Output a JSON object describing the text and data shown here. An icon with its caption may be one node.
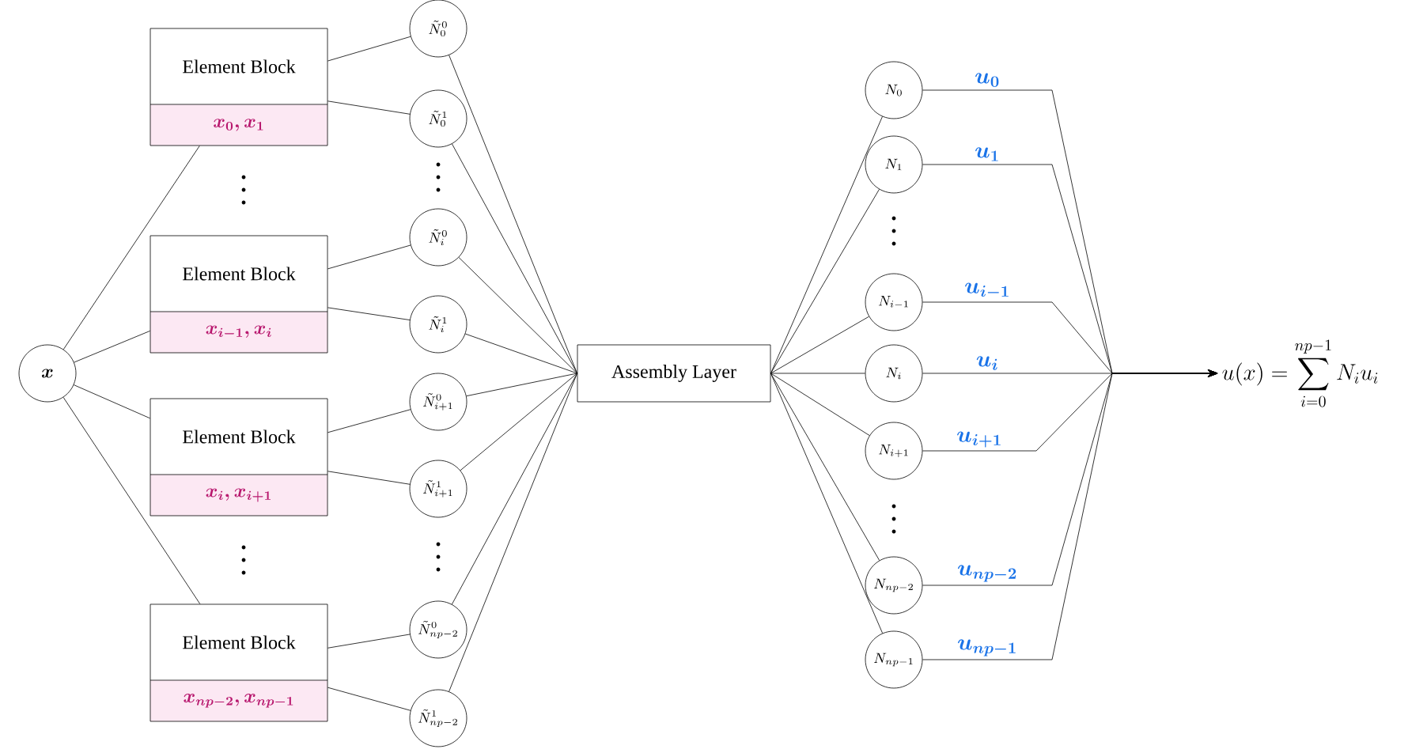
{
  "diagram": {
    "nodes": [
      {
        "text": [
          "x"
        ]
      },
      {
        "text": [
          "Element Block",
          "x_0, x_1"
        ]
      },
      {
        "text": [
          "Element Block",
          "x_{i-1}, x_i"
        ]
      },
      {
        "text": [
          "Element Block",
          "x_i, x_{i+1}"
        ]
      },
      {
        "text": [
          "Element Block",
          "x_{np-2}, x_{np-1}"
        ]
      },
      {
        "text": [
          "\\tilde{N}_0^0"
        ]
      },
      {
        "text": [
          "\\tilde{N}_0^1"
        ]
      },
      {
        "text": [
          "\\tilde{N}_i^0"
        ]
      },
      {
        "text": [
          "\\tilde{N}_i^1"
        ]
      },
      {
        "text": [
          "\\tilde{N}_{i+1}^0"
        ]
      },
      {
        "text": [
          "\\tilde{N}_{i+1}^1"
        ]
      },
      {
        "text": [
          "\\tilde{N}_{np-2}^0"
        ]
      },
      {
        "text": [
          "\\tilde{N}_{np-2}^1"
        ]
      },
      {
        "text": [
          "Assembly Layer"
        ]
      },
      {
        "text": [
          "N_0"
        ]
      },
      {
        "text": [
          "N_1"
        ]
      },
      {
        "text": [
          "N_{i-1}"
        ]
      },
      {
        "text": [
          "N_i"
        ]
      },
      {
        "text": [
          "N_{i+1}"
        ]
      },
      {
        "text": [
          "N_{np-2}"
        ]
      },
      {
        "text": [
          "N_{np-1}"
        ]
      },
      {
        "text": [
          "u(x) = \\sum_{i=0}^{np-1} N_i u_i"
        ]
      }
    ],
    "edges": [
      {
        "from": 0,
        "to": 1,
        "arrow": "none"
      },
      {
        "from": 0,
        "to": 2,
        "arrow": "none"
      },
      {
        "from": 0,
        "to": 3,
        "arrow": "none"
      },
      {
        "from": 0,
        "to": 4,
        "arrow": "none"
      },
      {
        "from": 1,
        "to": 5,
        "arrow": "none"
      },
      {
        "from": 1,
        "to": 6,
        "arrow": "none"
      },
      {
        "from": 2,
        "to": 7,
        "arrow": "none"
      },
      {
        "from": 2,
        "to": 8,
        "arrow": "none"
      },
      {
        "from": 3,
        "to": 9,
        "arrow": "none"
      },
      {
        "from": 3,
        "to": 10,
        "arrow": "none"
      },
      {
        "from": 4,
        "to": 11,
        "arrow": "none"
      },
      {
        "from": 4,
        "to": 12,
        "arrow": "none"
      },
      {
        "from": 5,
        "to": 13,
        "arrow": "none"
      },
      {
        "from": 6,
        "to": 13,
        "arrow": "none"
      },
      {
        "from": 7,
        "to": 13,
        "arrow": "none"
      },
      {
        "from": 8,
        "to": 13,
        "arrow": "none"
      },
      {
        "from": 9,
        "to": 13,
        "arrow": "none"
      },
      {
        "from": 10,
        "to": 13,
        "arrow": "none"
      },
      {
        "from": 11,
        "to": 13,
        "arrow": "none"
      },
      {
        "from": 12,
        "to": 13,
        "arrow": "none"
      },
      {
        "from": 13,
        "to": 14,
        "arrow": "none"
      },
      {
        "from": 13,
        "to": 15,
        "arrow": "none"
      },
      {
        "from": 13,
        "to": 16,
        "arrow": "none"
      },
      {
        "from": 13,
        "to": 17,
        "arrow": "none"
      },
      {
        "from": 13,
        "to": 18,
        "arrow": "none"
      },
      {
        "from": 13,
        "to": 19,
        "arrow": "none"
      },
      {
        "from": 13,
        "to": 20,
        "arrow": "none"
      },
      {
        "from": 14,
        "to": 21,
        "arrow": "to",
        "label": "u_0"
      },
      {
        "from": 15,
        "to": 21,
        "arrow": "to",
        "label": "u_1"
      },
      {
        "from": 16,
        "to": 21,
        "arrow": "to",
        "label": "u_{i-1}"
      },
      {
        "from": 17,
        "to": 21,
        "arrow": "to",
        "label": "u_i"
      },
      {
        "from": 18,
        "to": 21,
        "arrow": "to",
        "label": "u_{i+1}"
      },
      {
        "from": 19,
        "to": 21,
        "arrow": "to",
        "label": "u_{np-2}"
      },
      {
        "from": 20,
        "to": 21,
        "arrow": "to",
        "label": "u_{np-1}"
      }
    ]
  }
}
